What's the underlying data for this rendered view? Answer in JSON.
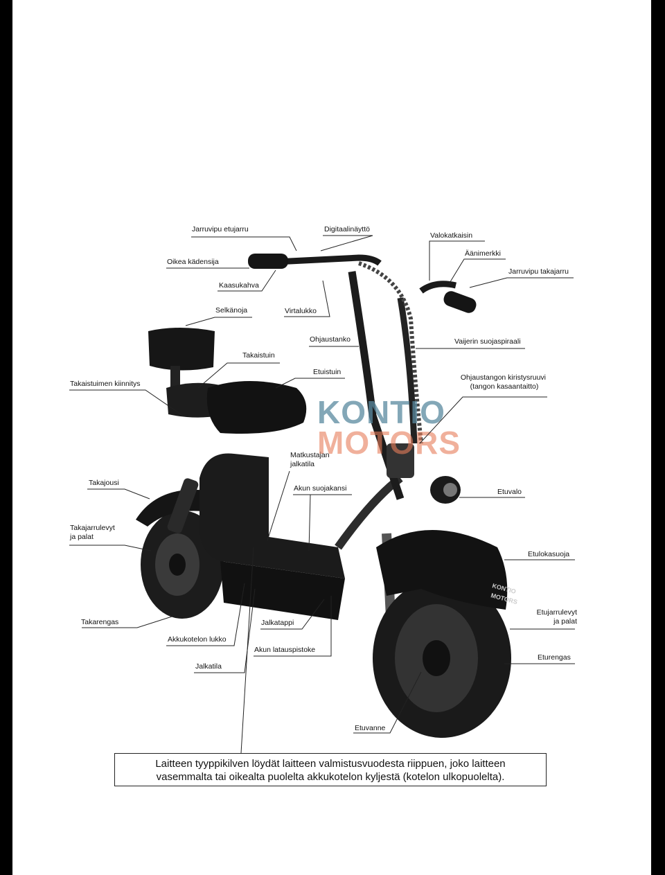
{
  "labels": {
    "jarruvipu_etujarru": "Jarruvipu etujarru",
    "digitaalinaytto": "Digitaalinäyttö",
    "valokatkaisin": "Valokatkaisin",
    "oikea_kadensija": "Oikea kädensija",
    "aanimerkki": "Äänimerkki",
    "jarruvipu_takajarru": "Jarruvipu takajarru",
    "kaasukahva": "Kaasukahva",
    "selkanoja": "Selkänoja",
    "virtalukko": "Virtalukko",
    "ohjaustanko": "Ohjaustanko",
    "vaijerin_suojaspiraali": "Vaijerin suojaspiraali",
    "takaistuin": "Takaistuin",
    "etuistuin": "Etuistuin",
    "takaistuimen_kiinnitys": "Takaistuimen kiinnitys",
    "ohjaustangon_kiristysruuvi_1": "Ohjaustangon kiristysruuvi",
    "ohjaustangon_kiristysruuvi_2": "(tangon kasaantaitto)",
    "matkustajan_jalkatila_1": "Matkustajan",
    "matkustajan_jalkatila_2": "jalkatila",
    "takajousi": "Takajousi",
    "akun_suojakansi": "Akun suojakansi",
    "etuvalo": "Etuvalo",
    "takajarrulevyt_1": "Takajarrulevyt",
    "takajarrulevyt_2": "ja palat",
    "etulokasuoja": "Etulokasuoja",
    "etujarrulevyt_1": "Etujarrulevyt",
    "etujarrulevyt_2": "ja palat",
    "takarengas": "Takarengas",
    "jalkatappi": "Jalkatappi",
    "akkukotelon_lukko": "Akkukotelon lukko",
    "eturengas": "Eturengas",
    "akun_latauspistoke": "Akun latauspistoke",
    "jalkatila": "Jalkatila",
    "etuvanne": "Etuvanne"
  },
  "logo": {
    "line1": "KONTIO",
    "line2": "MOTORS"
  },
  "note": {
    "line1": "Laitteen tyyppikilven löydät laitteen valmistusvuodesta riippuen, joko laitteen",
    "line2": "vasemmalta tai oikealta puolelta akkukotelon kyljestä (kotelon ulkopuolelta)."
  },
  "colors": {
    "logo_blue": "#5a8aa0",
    "logo_orange": "#e77d5a"
  }
}
